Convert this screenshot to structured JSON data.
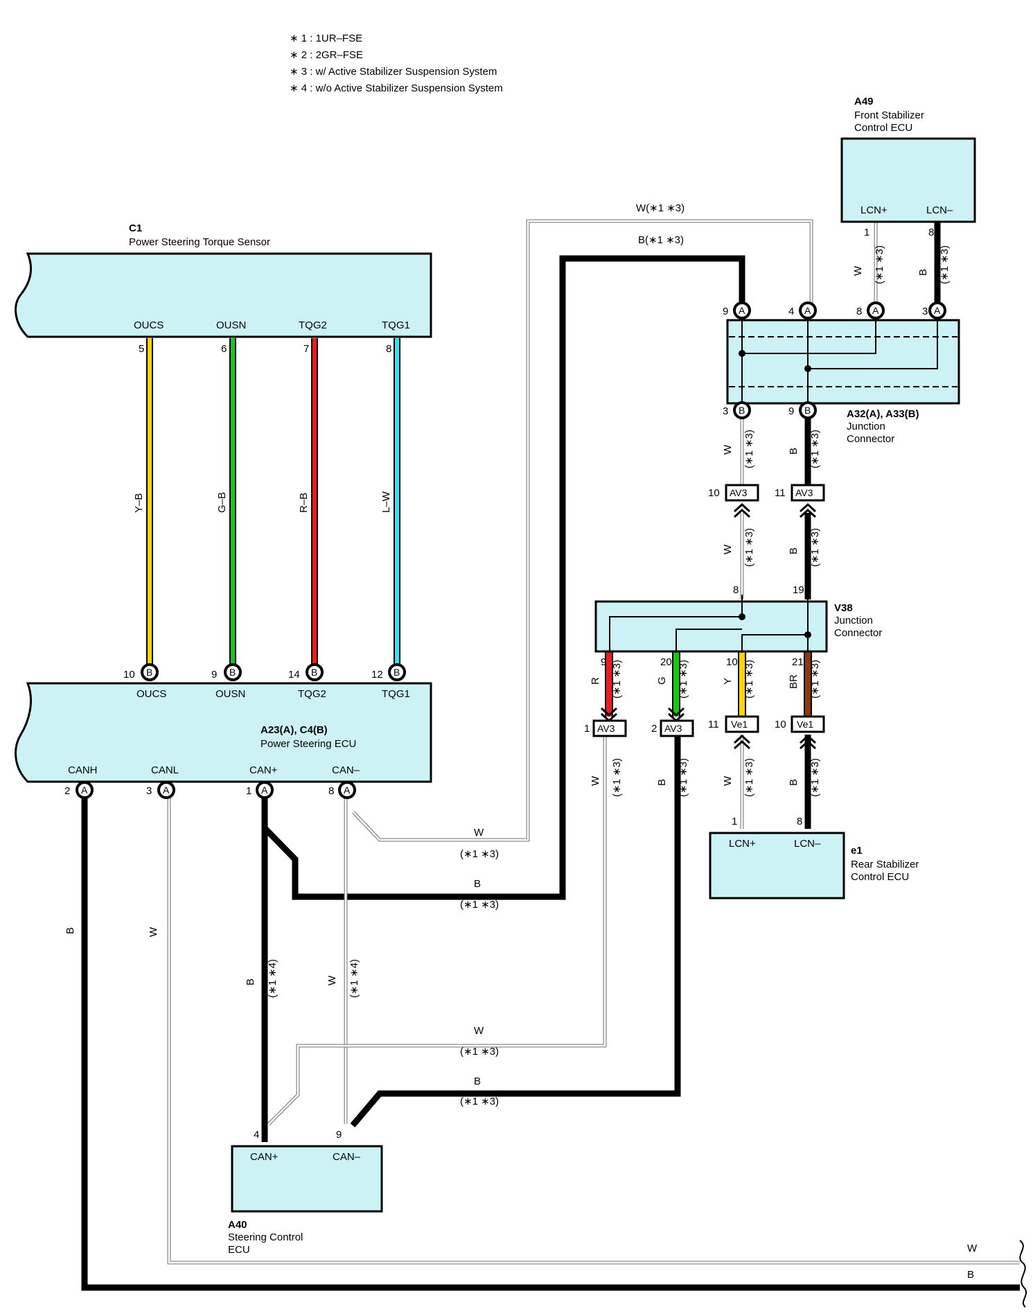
{
  "notes": [
    "∗ 1 : 1UR–FSE",
    "∗ 2 : 2GR–FSE",
    "∗ 3 : w/ Active Stabilizer Suspension System",
    "∗ 4 : w/o Active Stabilizer Suspension System"
  ],
  "components": {
    "c1": {
      "code": "C1",
      "name": "Power Steering Torque Sensor",
      "terminals": [
        "OUCS",
        "OUSN",
        "TQG2",
        "TQG1"
      ],
      "pins": [
        "5",
        "6",
        "7",
        "8"
      ]
    },
    "a23": {
      "code": "A23(A), C4(B)",
      "name": "Power Steering ECU",
      "top_terminals": [
        "OUCS",
        "OUSN",
        "TQG2",
        "TQG1"
      ],
      "top_pins": [
        "10",
        "9",
        "14",
        "12"
      ],
      "top_conn": "B",
      "bottom_terminals": [
        "CANH",
        "CANL",
        "CAN+",
        "CAN–"
      ],
      "bottom_pins": [
        "2",
        "3",
        "1",
        "8"
      ],
      "bottom_conn": "A"
    },
    "a49": {
      "code": "A49",
      "name_line1": "Front Stabilizer",
      "name_line2": "Control ECU",
      "terminals": [
        "LCN+",
        "LCN–"
      ],
      "pins": [
        "1",
        "8"
      ]
    },
    "a32": {
      "code": "A32(A), A33(B)",
      "name_line1": "Junction",
      "name_line2": "Connector",
      "top_pins": [
        "9",
        "4",
        "8",
        "3"
      ],
      "top_conn": "A",
      "bottom_pins": [
        "3",
        "9"
      ],
      "bottom_conn": "B"
    },
    "v38": {
      "code": "V38",
      "name_line1": "Junction",
      "name_line2": "Connector",
      "top_pins": [
        "8",
        "19"
      ],
      "bottom_pins": [
        "9",
        "20",
        "10",
        "21"
      ]
    },
    "e1": {
      "code": "e1",
      "name_line1": "Rear Stabilizer",
      "name_line2": "Control ECU",
      "terminals": [
        "LCN+",
        "LCN–"
      ],
      "pins": [
        "1",
        "8"
      ]
    },
    "a40": {
      "code": "A40",
      "name_line1": "Steering Control",
      "name_line2": "ECU",
      "terminals": [
        "CAN+",
        "CAN–"
      ],
      "pins": [
        "4",
        "9"
      ]
    }
  },
  "connectors": {
    "av3_upper": {
      "label": "AV3",
      "pins": [
        "10",
        "11"
      ]
    },
    "av3_lower": {
      "label": "AV3",
      "pins": [
        "1",
        "2"
      ]
    },
    "ve1": {
      "label": "Ve1",
      "pins": [
        "11",
        "10"
      ]
    }
  },
  "wire_colors": {
    "c1_wires": [
      "Y–B",
      "G–B",
      "R–B",
      "L–W"
    ],
    "v38_out": [
      "R",
      "G",
      "Y",
      "BR"
    ],
    "W": "W",
    "B": "B",
    "w_note": "W(∗1 ∗3)",
    "b_note": "B(∗1 ∗3)",
    "note13": "(∗1 ∗3)",
    "note14": "(∗1 ∗4)"
  },
  "colors": {
    "yellow": "#ffd400",
    "green": "#18c818",
    "red": "#ee1c1c",
    "cyan": "#33e2f2",
    "brown": "#8b3a10",
    "box_fill": "#ccf2f5"
  }
}
